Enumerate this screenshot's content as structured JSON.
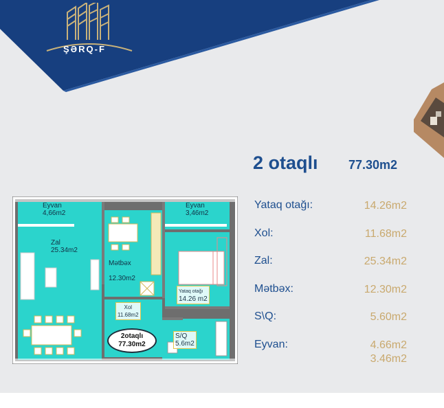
{
  "brand": {
    "name": "ŞƏRQ-F"
  },
  "colors": {
    "navy": "#1e4f8f",
    "gold": "#c9a96e",
    "cyan": "#2bd4cc"
  },
  "apartment": {
    "title": "2 otaqlı",
    "total_area": "77.30m2"
  },
  "specs": [
    {
      "label": "Yataq otağı:",
      "value": "14.26m2"
    },
    {
      "label": "Xol:",
      "value": "11.68m2"
    },
    {
      "label": "Zal:",
      "value": "25.34m2"
    },
    {
      "label": "Mətbəx:",
      "value": "12.30m2"
    },
    {
      "label": "S\\Q:",
      "value": "5.60m2"
    },
    {
      "label": "Eyvan:",
      "value": "4.66m2",
      "value2": "3.46m2"
    }
  ],
  "plan": {
    "balcony_left": {
      "name": "Eyvan",
      "area": "4,66m2"
    },
    "balcony_right": {
      "name": "Eyvan",
      "area": "3,46m2"
    },
    "living": {
      "name": "Zal",
      "area": "25.34m2"
    },
    "kitchen": {
      "name": "Mətbəx",
      "area": "12.30m2"
    },
    "bedroom": {
      "name": "Yataq otağı",
      "area": "14.26 m2"
    },
    "hall": {
      "name": "Xol",
      "area": "11.68m2"
    },
    "bath": {
      "name": "S/Q",
      "area": "5.6m2"
    },
    "badge": {
      "line1": "2otaqlı",
      "line2": "77.30m2"
    }
  }
}
